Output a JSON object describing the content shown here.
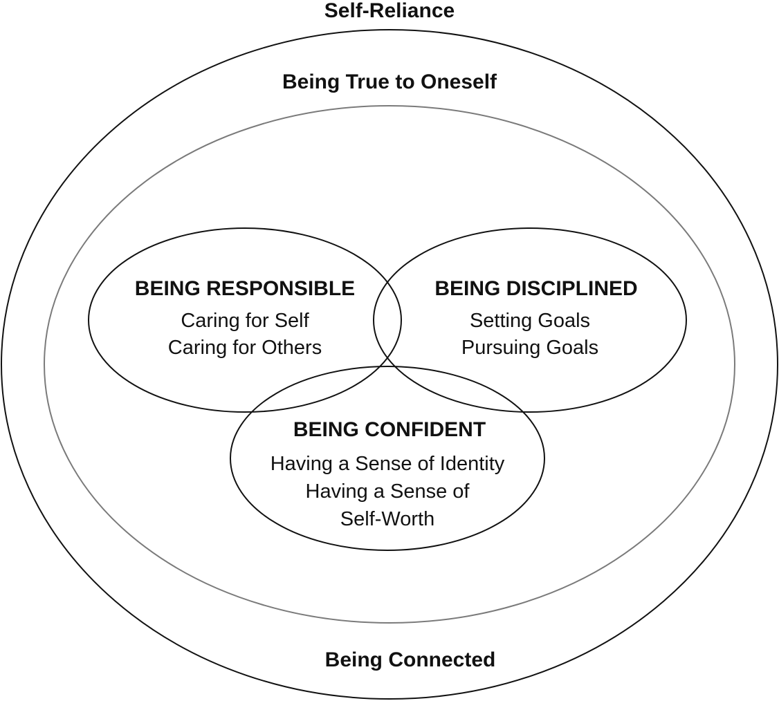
{
  "outer": {
    "title": "Self-Reliance",
    "bottom_label": "Being Connected"
  },
  "inner": {
    "title": "Being True to Oneself"
  },
  "circles": {
    "responsible": {
      "title": "BEING RESPONSIBLE",
      "items": [
        "Caring for Self",
        "Caring for Others"
      ]
    },
    "disciplined": {
      "title": "BEING DISCIPLINED",
      "items": [
        "Setting Goals",
        "Pursuing Goals"
      ]
    },
    "confident": {
      "title": "BEING CONFIDENT",
      "items": [
        "Having a Sense of Identity",
        "Having a Sense of",
        "Self-Worth"
      ]
    }
  },
  "colors": {
    "ink": "#111111",
    "inner_ring": "#7a7a7a",
    "background": "#ffffff"
  }
}
